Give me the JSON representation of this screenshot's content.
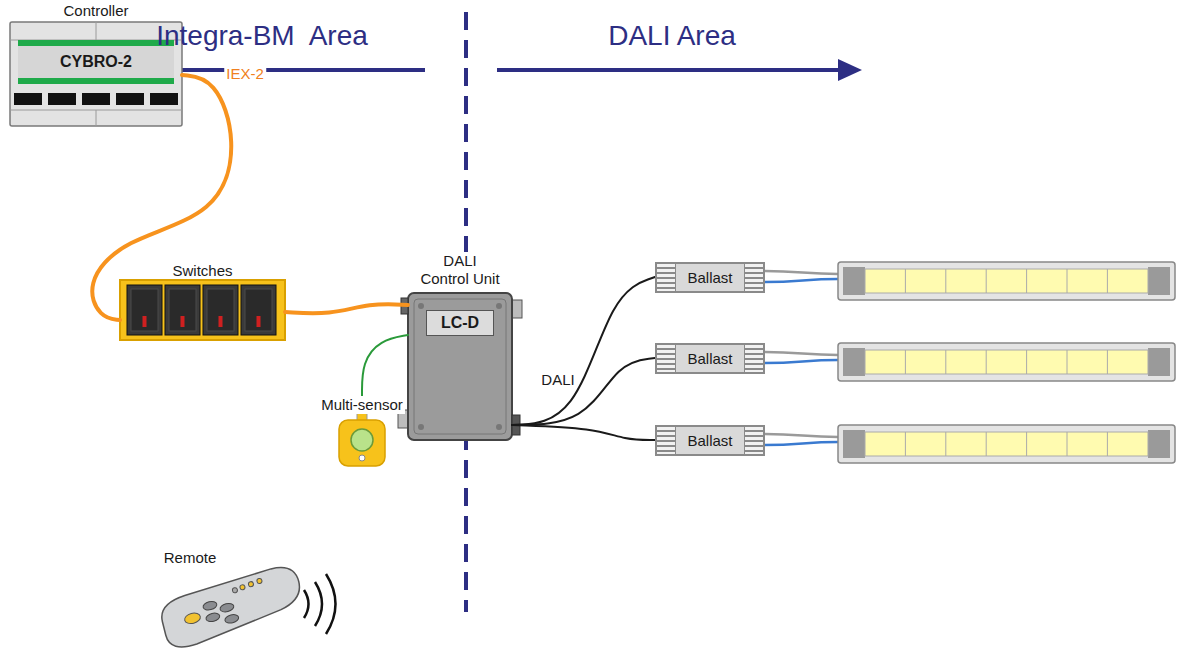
{
  "diagram": {
    "nodes": [
      {
        "text": [
          "Controller",
          "CYBRO-2"
        ]
      },
      {
        "text": [
          "Switches"
        ]
      },
      {
        "text": [
          "DALI Control Unit",
          "LC-D"
        ]
      },
      {
        "text": [
          "Multi-sensor"
        ]
      },
      {
        "text": [
          "Ballast"
        ]
      },
      {
        "text": [
          "Ballast"
        ]
      },
      {
        "text": [
          "Ballast"
        ]
      }
    ],
    "edges": [
      {
        "from": 0,
        "to": 1,
        "label": "IEX-2",
        "arrow": "none"
      },
      {
        "from": 1,
        "to": 2,
        "arrow": "none"
      },
      {
        "from": 3,
        "to": 2,
        "arrow": "none"
      },
      {
        "from": 2,
        "to": 4,
        "label": "DALI",
        "arrow": "none"
      },
      {
        "from": 2,
        "to": 5,
        "arrow": "none"
      },
      {
        "from": 2,
        "to": 6,
        "arrow": "none"
      }
    ],
    "labels": [
      "Integra-BM  Area",
      "DALI Area",
      "Remote"
    ]
  }
}
